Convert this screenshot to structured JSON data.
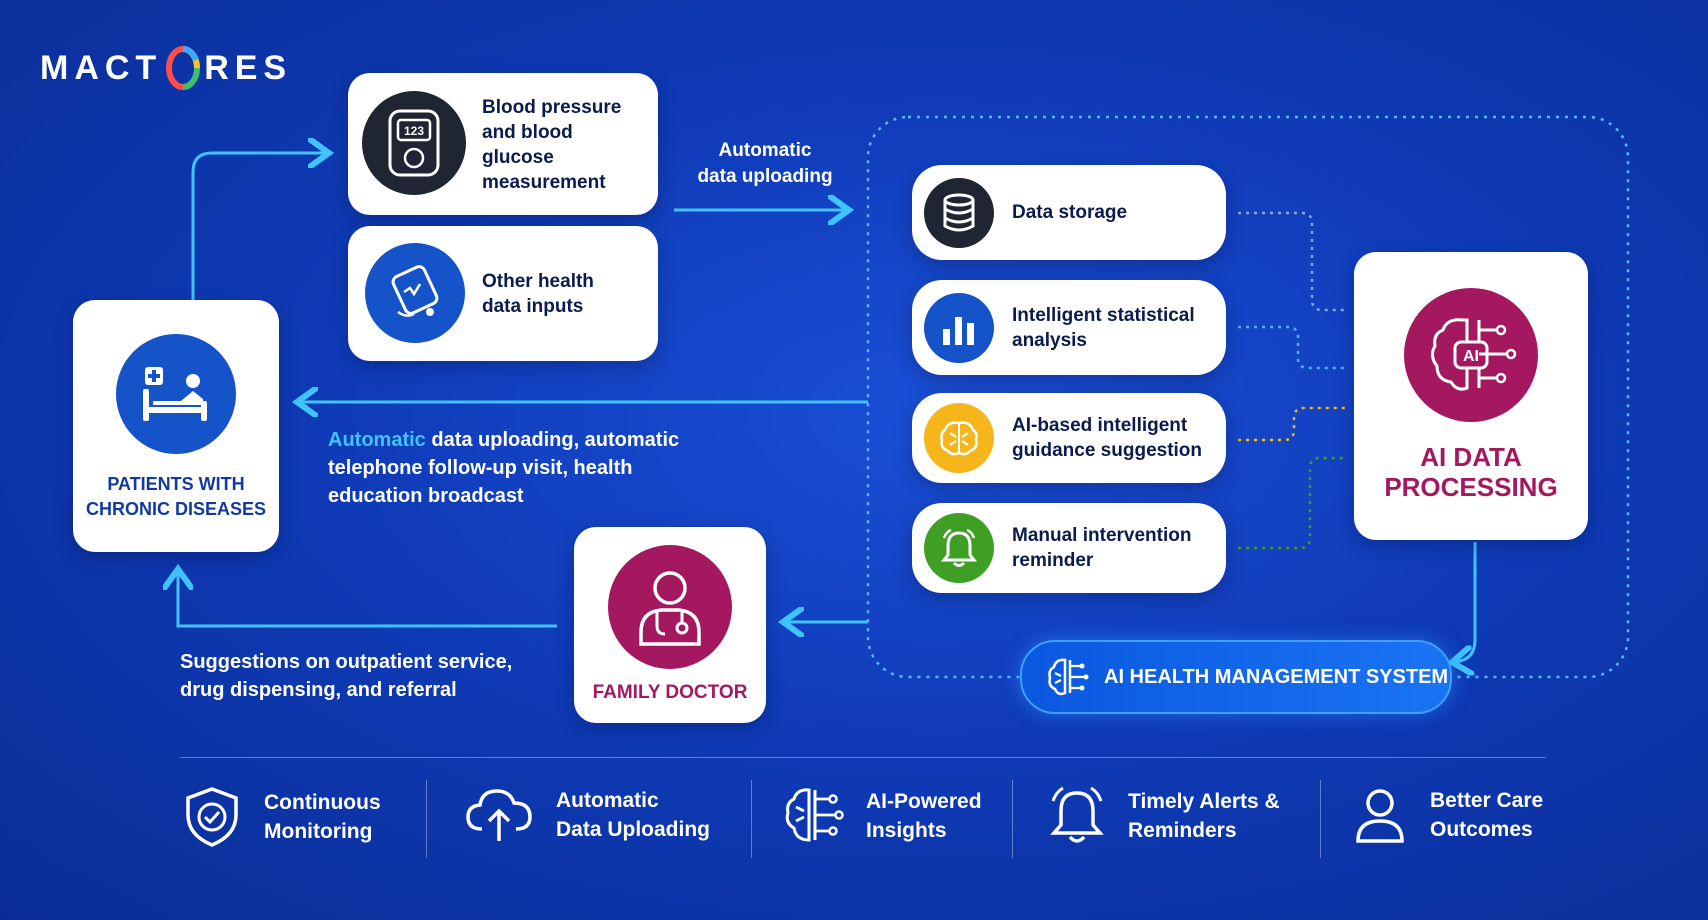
{
  "logo": {
    "left": "MACT",
    "right": "RES"
  },
  "cards": {
    "bp": "Blood pressure and blood glucose measurement",
    "bp_device_reading": "123",
    "other": "Other health data inputs",
    "patients_line1": "PATIENTS WITH",
    "patients_line2": "CHRONIC DISEASES",
    "doctor": "FAMILY DOCTOR",
    "ai_line1": "AI DATA",
    "ai_line2": "PROCESSING",
    "ai_icon_text": "AI"
  },
  "services": [
    {
      "label": "Data storage",
      "color": "#1f2533"
    },
    {
      "label": "Intelligent statistical analysis",
      "color": "#1553c9"
    },
    {
      "label": "AI-based intelligent guidance suggestion",
      "color": "#f5b51b"
    },
    {
      "label": "Manual intervention reminder",
      "color": "#3f9f24"
    }
  ],
  "labels": {
    "auto_upload_line1": "Automatic",
    "auto_upload_line2": "data uploading",
    "feedback_highlight": "Automatic",
    "feedback_rest": " data uploading, automatic telephone follow-up visit, health education broadcast",
    "suggestions": "Suggestions on outpatient service, drug dispensing, and referral",
    "system": "AI HEALTH MANAGEMENT SYSTEM"
  },
  "footer": [
    {
      "icon": "shield-check-icon",
      "line1": "Continuous",
      "line2": "Monitoring"
    },
    {
      "icon": "cloud-upload-icon",
      "line1": "Automatic",
      "line2": "Data Uploading"
    },
    {
      "icon": "brain-circuit-icon",
      "line1": "AI-Powered",
      "line2": "Insights"
    },
    {
      "icon": "bell-icon",
      "line1": "Timely Alerts &",
      "line2": "Reminders"
    },
    {
      "icon": "user-icon",
      "line1": "Better Care",
      "line2": "Outcomes"
    }
  ],
  "colors": {
    "background": "#0f3bb8",
    "accent_cyan": "#3fc4ff",
    "magenta": "#a3185f",
    "blue_icon": "#1553c9",
    "dark_icon": "#1f2533"
  }
}
